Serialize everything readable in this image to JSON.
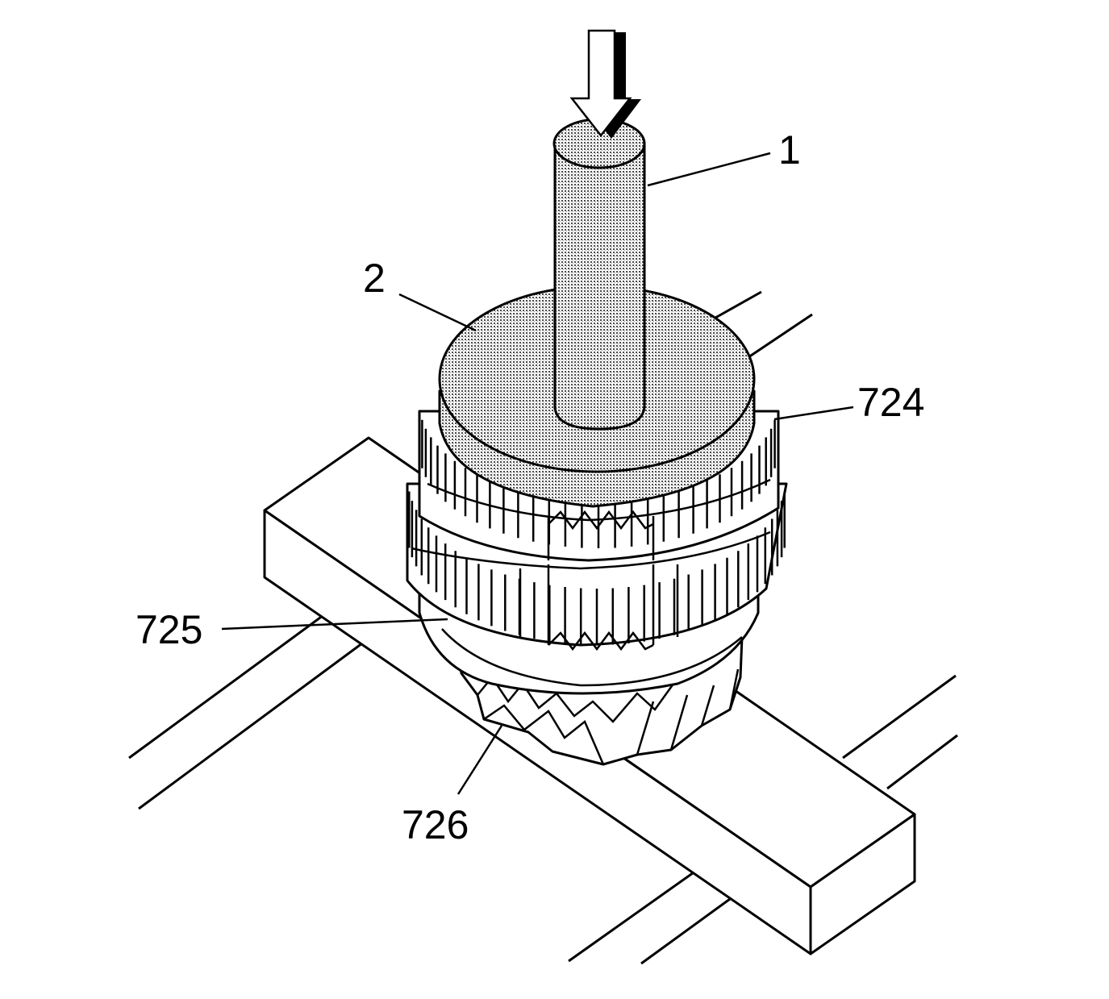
{
  "callouts": {
    "c1": "1",
    "c2": "2",
    "c724": "724",
    "c725": "725",
    "c726": "726"
  },
  "colors": {
    "line": "#000000",
    "background": "#ffffff",
    "shading": "#b9b9b9"
  }
}
